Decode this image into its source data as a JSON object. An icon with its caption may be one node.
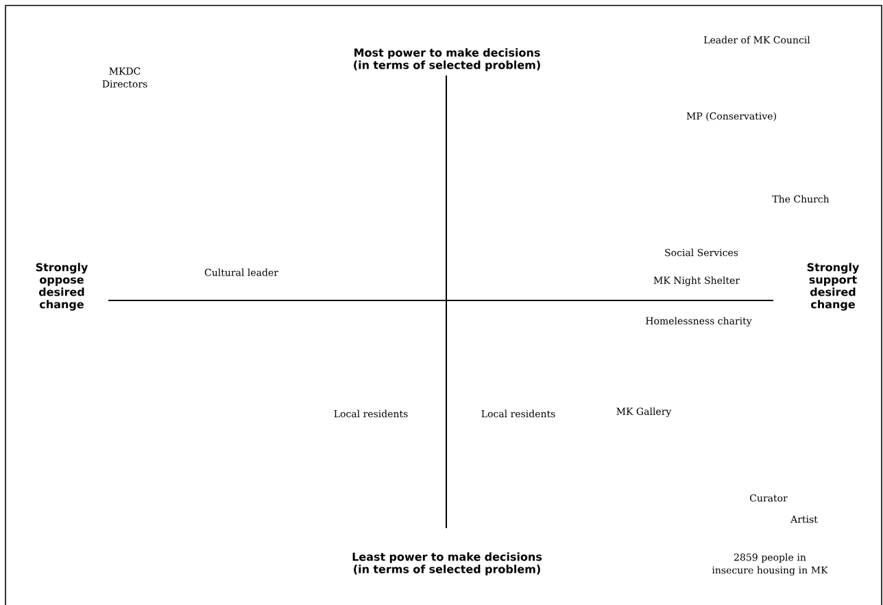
{
  "diagram": {
    "labels": [
      "Most power to make decisions (in terms of selected problem)",
      "Leader of MK Council",
      "MKDC Directors",
      "MP (Conservative)",
      "The Church",
      "Social Services",
      "Strongly oppose desired change",
      "Cultural leader",
      "MK Night Shelter",
      "Strongly support desired change",
      "Homelessness charity",
      "Local residents",
      "Local residents",
      "MK Gallery",
      "Curator",
      "Artist",
      "Least power to make decisions (in terms of selected problem)",
      "2859 people in insecure housing in MK"
    ]
  }
}
